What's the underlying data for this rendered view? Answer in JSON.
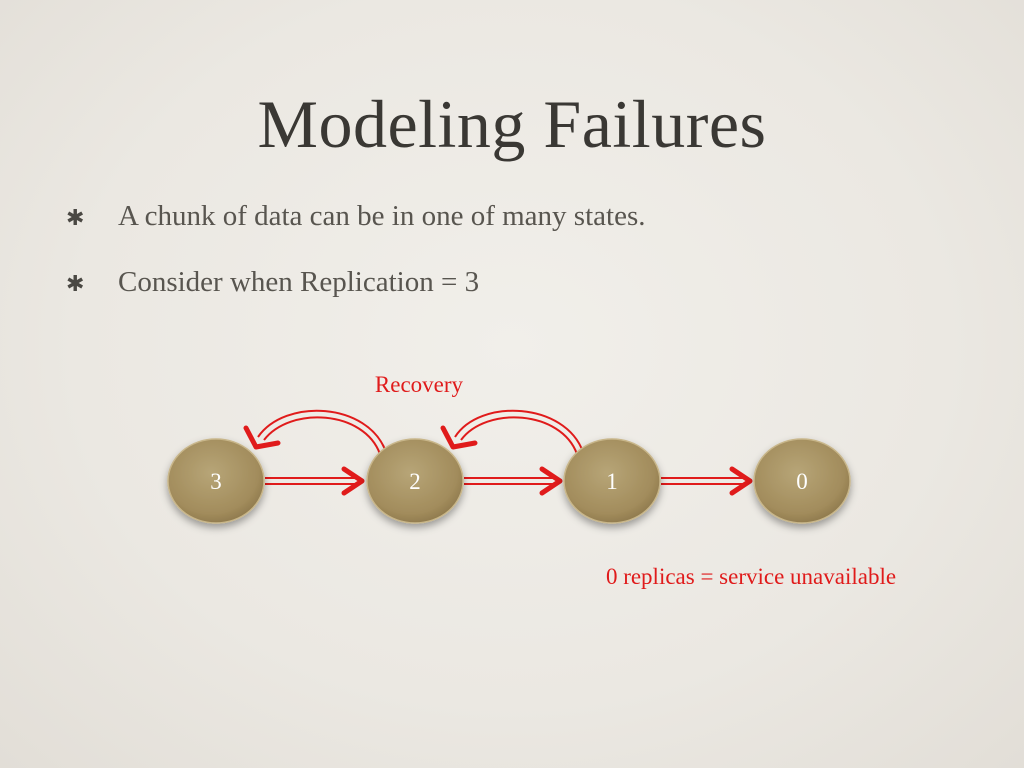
{
  "slide": {
    "title": "Modeling Failures",
    "bullets": [
      {
        "icon": "star-bullet-icon",
        "text": "A chunk of data can be in one of many states."
      },
      {
        "icon": "star-bullet-icon",
        "text": "Consider when Replication = 3"
      }
    ]
  },
  "diagram": {
    "nodes": [
      "3",
      "2",
      "1",
      "0"
    ],
    "recovery_label": "Recovery",
    "note": "0 replicas = service unavailable",
    "colors": {
      "node_fill": "#a89466",
      "arrow": "#e01b1b",
      "background": "#eeebe6"
    }
  }
}
